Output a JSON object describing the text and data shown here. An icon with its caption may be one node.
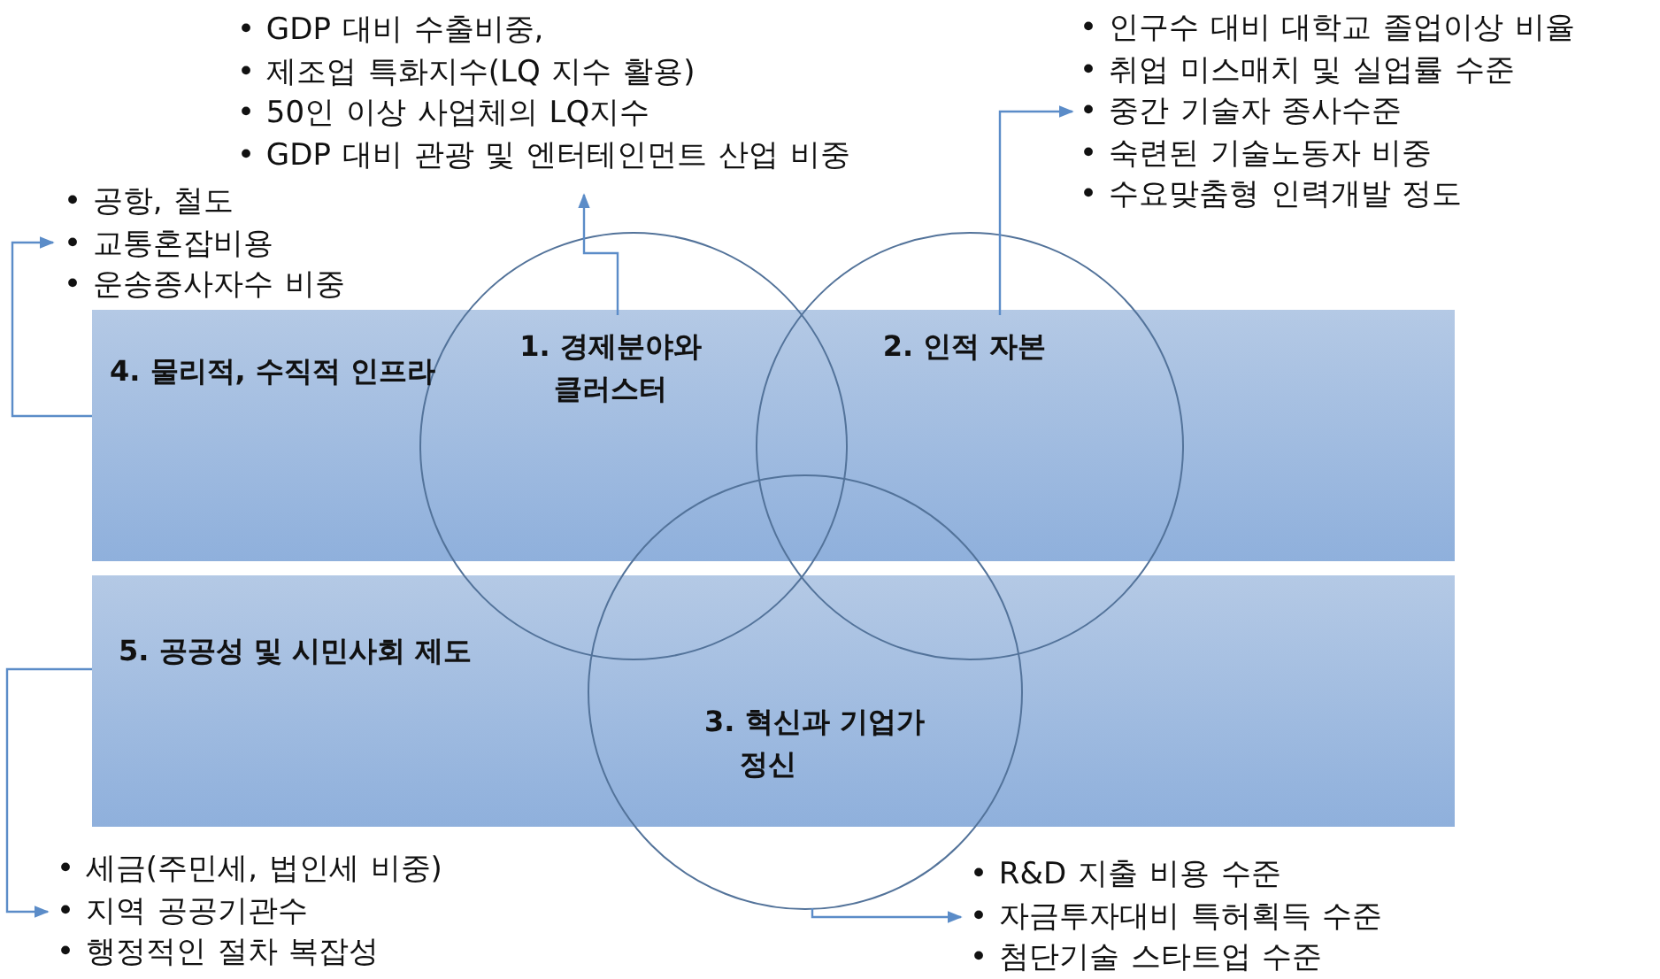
{
  "diagram": {
    "nodes": [
      {
        "text": [
          "• GDP 대비 수출비중,",
          "• 제조업 특화지수(LQ 지수 활용)",
          "• 50인 이상 사업체의 LQ지수",
          "• GDP 대비 관광 및 엔터테인먼트 산업 비중"
        ]
      },
      {
        "text": [
          "• 인구수 대비 대학교 졸업이상 비율",
          "• 취업 미스매치 및 실업률 수준",
          "• 중간 기술자 종사수준",
          "• 숙련된 기술노동자 비중",
          "• 수요맞춤형 인력개발 정도"
        ]
      },
      {
        "text": [
          "• 공항, 철도",
          "• 교통혼잡비용",
          "• 운송종사자수 비중"
        ]
      },
      {
        "text": [
          "4. 물리적, 수직적 인프라"
        ]
      },
      {
        "text": [
          "1. 경제분야와 클러스터"
        ]
      },
      {
        "text": [
          "2. 인적 자본"
        ]
      },
      {
        "text": [
          "5. 공공성 및 시민사회 제도"
        ]
      },
      {
        "text": [
          "3. 혁신과 기업가정신"
        ]
      },
      {
        "text": [
          "• 세금(주민세, 법인세 비중)",
          "• 지역 공공기관수",
          "• 행정적인 절차 복잡성"
        ]
      },
      {
        "text": [
          "• R&D 지출 비용 수준",
          "• 자금투자대비 특허획득 수준",
          "• 첨단기술 스타트업 수준"
        ]
      }
    ],
    "edges": [
      {
        "from": 4,
        "to": 0,
        "arrow": "to"
      },
      {
        "from": 5,
        "to": 1,
        "arrow": "to"
      },
      {
        "from": 3,
        "to": 2,
        "arrow": "to"
      },
      {
        "from": 6,
        "to": 8,
        "arrow": "to"
      },
      {
        "from": 7,
        "to": 9,
        "arrow": "to"
      }
    ]
  }
}
